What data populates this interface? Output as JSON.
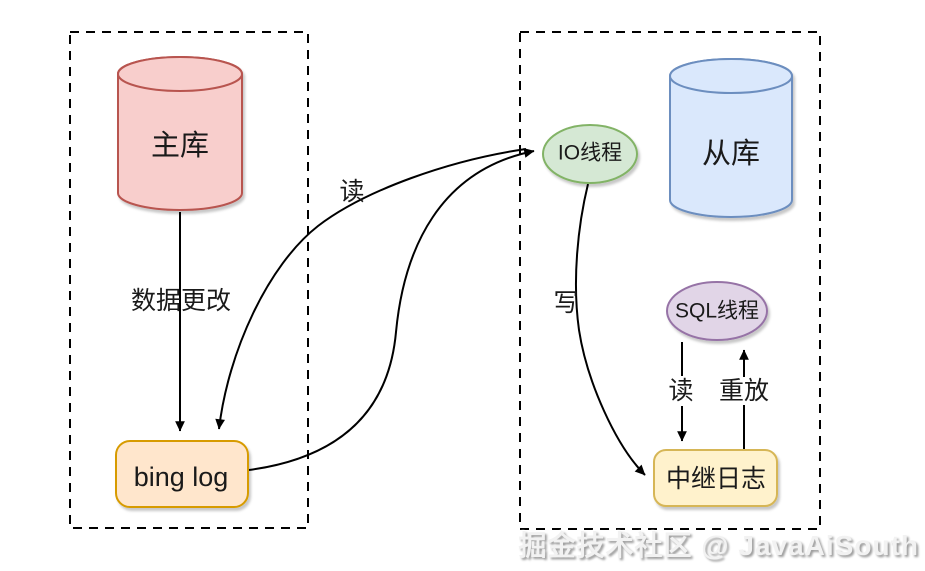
{
  "nodes": {
    "master_db": {
      "label": "主库",
      "fill": "#f8cecc",
      "stroke": "#b85450"
    },
    "binlog": {
      "label": "bing log",
      "fill": "#ffe6cc",
      "stroke": "#d79b00"
    },
    "io_thread": {
      "label": "IO线程",
      "fill": "#d5e8d4",
      "stroke": "#82b366"
    },
    "slave_db": {
      "label": "从库",
      "fill": "#dae8fc",
      "stroke": "#6c8ebf"
    },
    "sql_thread": {
      "label": "SQL线程",
      "fill": "#e1d5e7",
      "stroke": "#9673a6"
    },
    "relay_log": {
      "label": "中继日志",
      "fill": "#fff2cc",
      "stroke": "#d6b656"
    }
  },
  "edges": {
    "data_change": {
      "label": "数据更改"
    },
    "read_binlog": {
      "label": "读"
    },
    "write_relay": {
      "label": "写"
    },
    "read_relay": {
      "label": "读"
    },
    "replay": {
      "label": "重放"
    }
  },
  "colors": {
    "edge": "#000000",
    "text": "#1a1a1a",
    "group_border": "#000000",
    "watermark": "#f2f2f2"
  },
  "watermark": "掘金技术社区 @ JavaAiSouth"
}
